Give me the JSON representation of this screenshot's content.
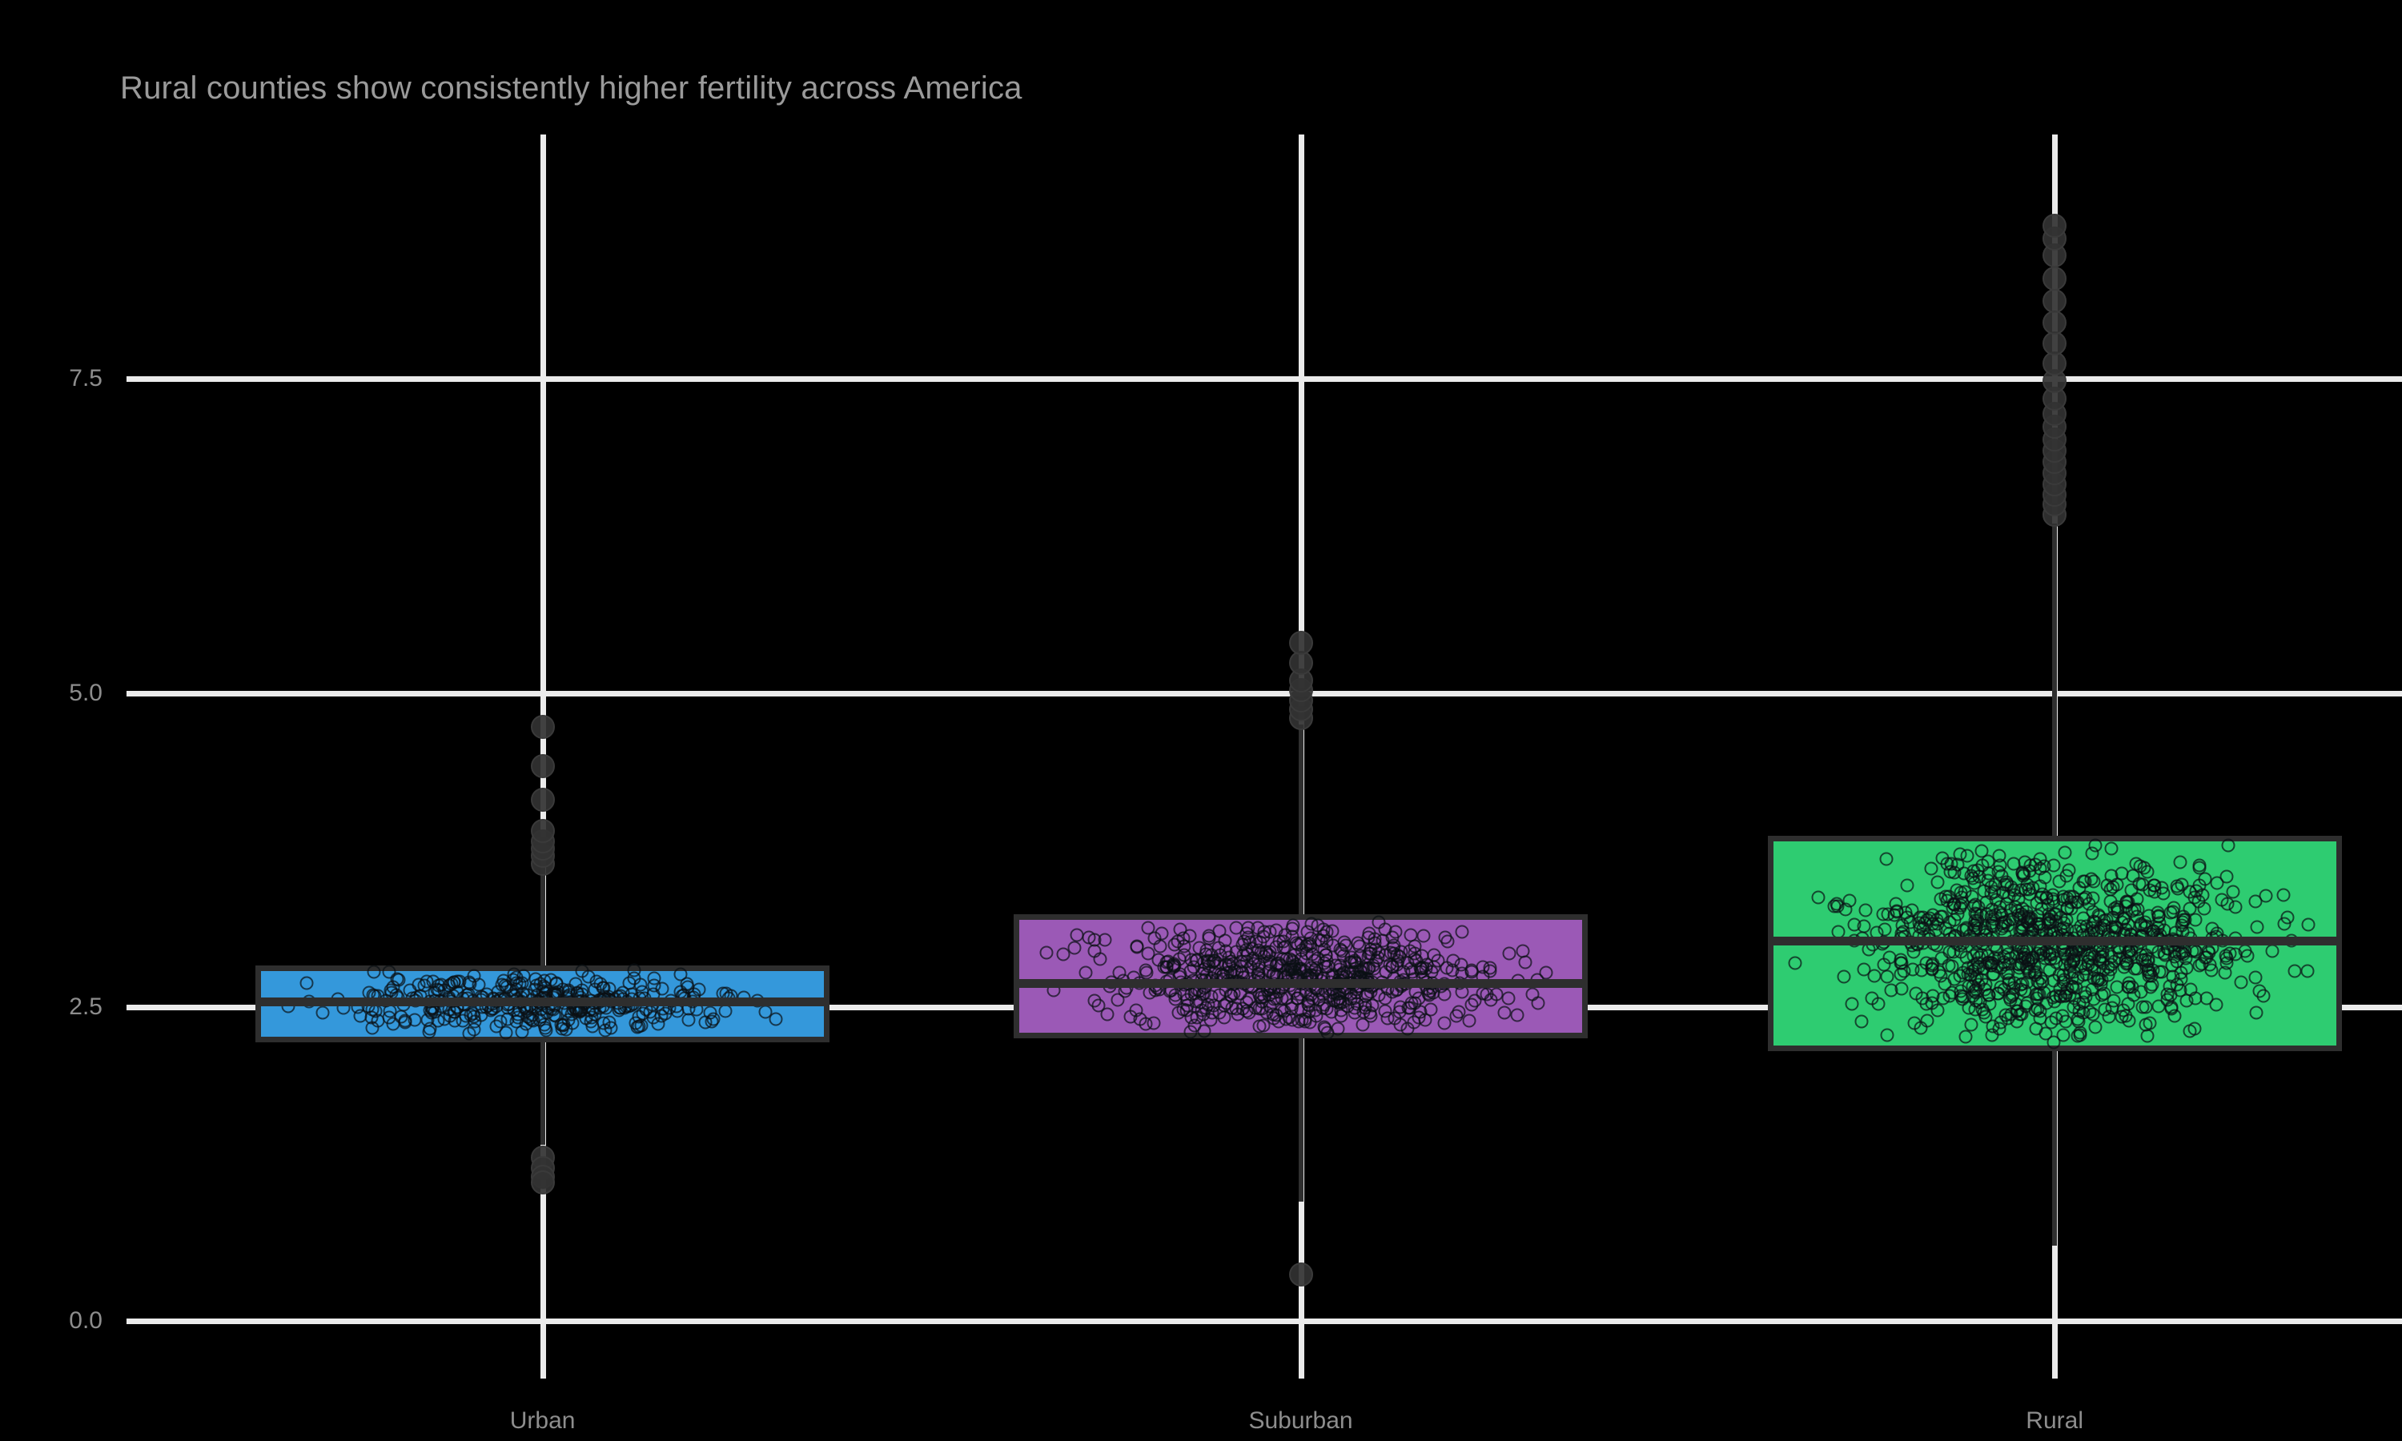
{
  "chart_data": {
    "type": "box",
    "title": "Rural counties show consistently higher fertility across America",
    "xlabel": "",
    "ylabel": "",
    "categories": [
      "Urban",
      "Suburban",
      "Rural"
    ],
    "yticks": [
      "0.0",
      "2.5",
      "5.0",
      "7.5"
    ],
    "ytick_values": [
      0.0,
      2.5,
      5.0,
      7.5
    ],
    "ylim": [
      -0.45,
      8.9
    ],
    "grid": "white gridlines on black background",
    "legend": "none",
    "overlay": "jittered scatter points of individual counties over each box",
    "series": [
      {
        "name": "Urban",
        "color": "#3498db",
        "n_points": 360,
        "q1": 2.22,
        "median": 2.54,
        "q3": 2.83,
        "whisker_low": 1.4,
        "whisker_high": 3.62,
        "outliers_high": [
          3.64,
          3.7,
          3.76,
          3.82,
          3.9,
          4.15,
          4.42,
          4.73
        ],
        "outliers_low": [
          1.3,
          1.22,
          1.15,
          1.1
        ],
        "box_x0": 0.345,
        "box_x1": 1.015
      },
      {
        "name": "Suburban",
        "color": "#9b59b6",
        "n_points": 620,
        "q1": 2.25,
        "median": 2.69,
        "q3": 3.24,
        "whisker_low": 0.95,
        "whisker_high": 4.75,
        "outliers_high": [
          4.8,
          4.87,
          4.94,
          5.02,
          5.1,
          5.24,
          5.4
        ],
        "outliers_low": [
          0.37
        ],
        "box_x0": 1.23,
        "box_x1": 1.9
      },
      {
        "name": "Rural",
        "color": "#2ecc71",
        "n_points": 900,
        "q1": 2.15,
        "median": 3.03,
        "q3": 3.86,
        "whisker_low": 0.6,
        "whisker_high": 6.35,
        "outliers_high": [
          6.42,
          6.5,
          6.58,
          6.66,
          6.75,
          6.84,
          6.93,
          7.02,
          7.12,
          7.22,
          7.34,
          7.48,
          7.62,
          7.78,
          7.95,
          8.12,
          8.3,
          8.48,
          8.62,
          8.72
        ],
        "outliers_low": [],
        "box_x0": 2.11,
        "box_x1": 2.78
      }
    ]
  },
  "axis": {
    "x_positions": [
      0.68,
      1.565,
      2.445
    ]
  },
  "colors": {
    "background": "#000000",
    "grid": "#ebebeb",
    "tick_text": "#8d8d8d",
    "title_text": "#9a9a9a",
    "box_outline": "#2e2e2e",
    "outlier": "#323232"
  }
}
